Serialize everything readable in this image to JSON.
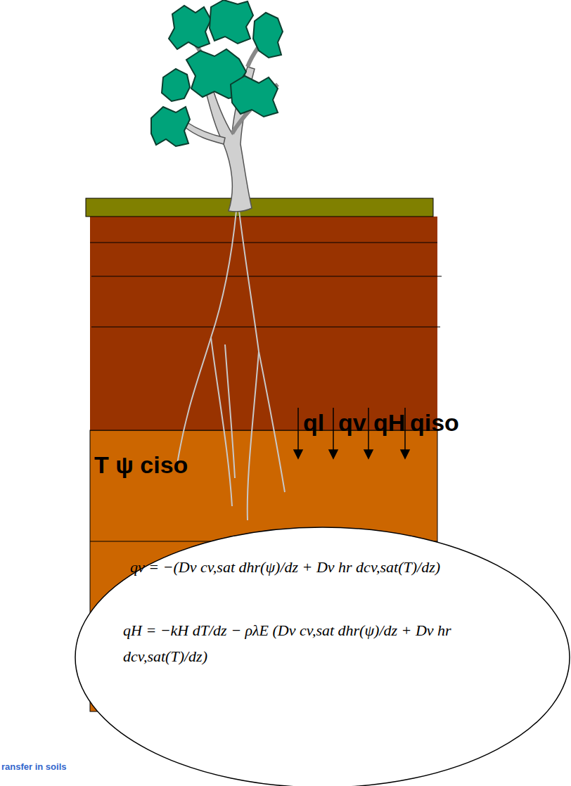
{
  "diagram": {
    "nodes": [
      {
        "text": [
          "T ψ ciso"
        ]
      },
      {
        "text": [
          "qv = −(Dv cv,sat dhr(ψ)/dz + Dv hr dcv,sat(T)/dz)",
          "qH = −kH dT/dz − ρλE (Dv cv,sat dhr(ψ)/dz + Dv hr dcv,sat(T)/dz)"
        ]
      }
    ],
    "labels": [
      "ql",
      "qv",
      "qH",
      "qiso",
      "ransfer in soils"
    ]
  }
}
